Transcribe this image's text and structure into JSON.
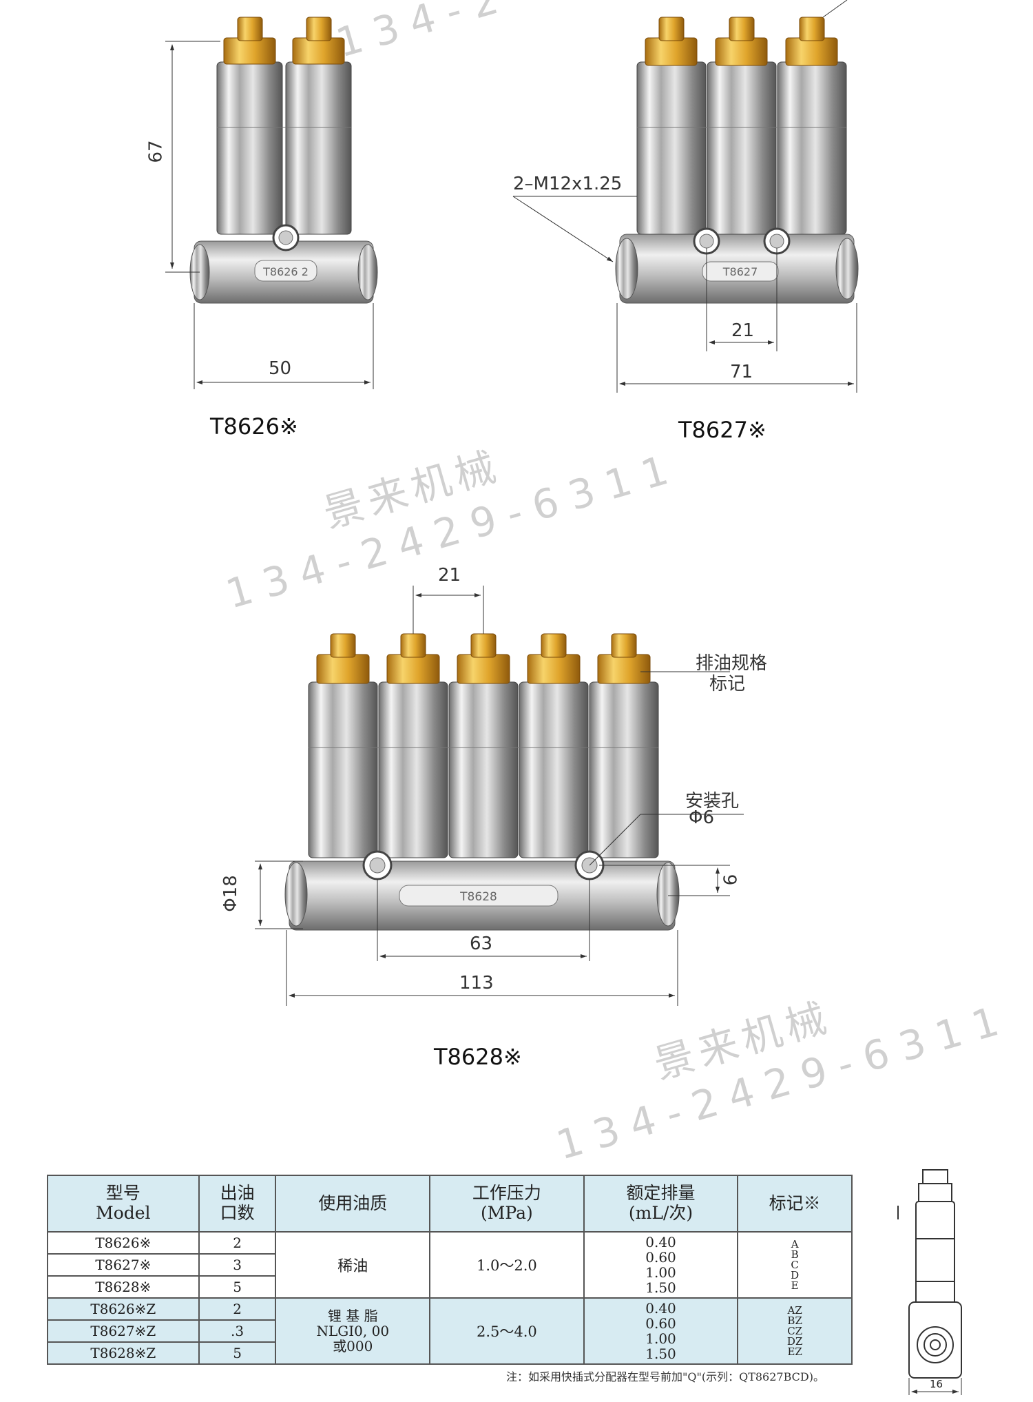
{
  "watermarks": {
    "top_partial": "134-2",
    "mid_company": "景来机械",
    "mid_phone": "134-2429-6311",
    "low_company": "景来机械",
    "low_phone": "134-2429-6311"
  },
  "diagrams": {
    "t8626": {
      "caption": "T8626※",
      "height_dim": "67",
      "width_dim": "50",
      "plate_text": "T8626 2"
    },
    "t8627": {
      "caption": "T8627※",
      "thread_label": "2–M12x1.25",
      "pitch_dim": "21",
      "width_dim": "71",
      "plate_text": "T8627"
    },
    "t8628": {
      "caption": "T8628※",
      "pitch_dim": "21",
      "outlet_mark_label_1": "排油规格",
      "outlet_mark_label_2": "标记",
      "mount_hole_label": "安装孔",
      "mount_hole_size": "Φ6",
      "height_dim": "Φ18",
      "offset_dim": "9",
      "hole_spacing_dim": "63",
      "width_dim": "113",
      "plate_text": "T8628"
    },
    "side_view": {
      "width_dim": "16"
    }
  },
  "table": {
    "headers": [
      [
        "型号",
        "Model"
      ],
      [
        "出油",
        "口数"
      ],
      [
        "使用油质"
      ],
      [
        "工作压力",
        "(MPa)"
      ],
      [
        "额定排量",
        "(mL/次)"
      ],
      [
        "标记※"
      ]
    ],
    "oil_rows": [
      {
        "model": "T8626※",
        "ports": "2"
      },
      {
        "model": "T8627※",
        "ports": "3"
      },
      {
        "model": "T8628※",
        "ports": "5"
      }
    ],
    "oil_group": {
      "medium": "稀油",
      "pressure": "1.0～2.0",
      "volumes": [
        "0.40",
        "0.60",
        "1.00",
        "1.50"
      ],
      "marks": [
        "A",
        "B",
        "C",
        "D",
        "E"
      ]
    },
    "grease_rows": [
      {
        "model": "T8626※Z",
        "ports": "2"
      },
      {
        "model": "T8627※Z",
        "ports": ".3"
      },
      {
        "model": "T8628※Z",
        "ports": "5"
      }
    ],
    "grease_group": {
      "medium": [
        "锂 基 脂",
        "NLGI0, 00",
        "或000"
      ],
      "pressure": "2.5～4.0",
      "volumes": [
        "0.40",
        "0.60",
        "1.00",
        "1.50"
      ],
      "marks": [
        "AZ",
        "BZ",
        "CZ",
        "DZ",
        "EZ"
      ]
    },
    "footnote": "注：如采用快插式分配器在型号前加\"Q\"(示列：QT8627BCD)。"
  }
}
